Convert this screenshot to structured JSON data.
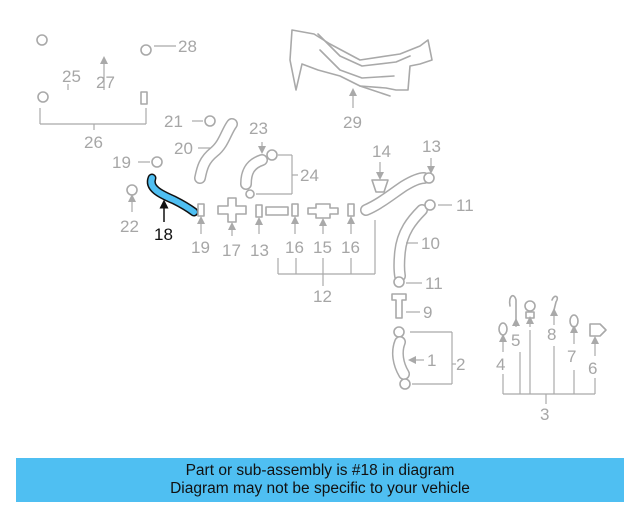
{
  "banner": {
    "line1": "Part or sub-assembly is #18 in diagram",
    "line2": "Diagram may not be specific to your vehicle"
  },
  "highlight_color": "#4fbff2",
  "callouts": {
    "c28": "28",
    "c25": "25",
    "c27": "27",
    "c26": "26",
    "c29": "29",
    "c21": "21",
    "c20": "20",
    "c23": "23",
    "c24": "24",
    "c19a": "19",
    "c22": "22",
    "c18": "18",
    "c19b": "19",
    "c17": "17",
    "c13a": "13",
    "c16a": "16",
    "c15": "15",
    "c16b": "16",
    "c12": "12",
    "c14": "14",
    "c13b": "13",
    "c11a": "11",
    "c10": "10",
    "c11b": "11",
    "c9": "9",
    "c2": "2",
    "c1": "1",
    "c5": "5",
    "c8": "8",
    "c4": "4",
    "c7": "7",
    "c6": "6",
    "c3": "3"
  }
}
